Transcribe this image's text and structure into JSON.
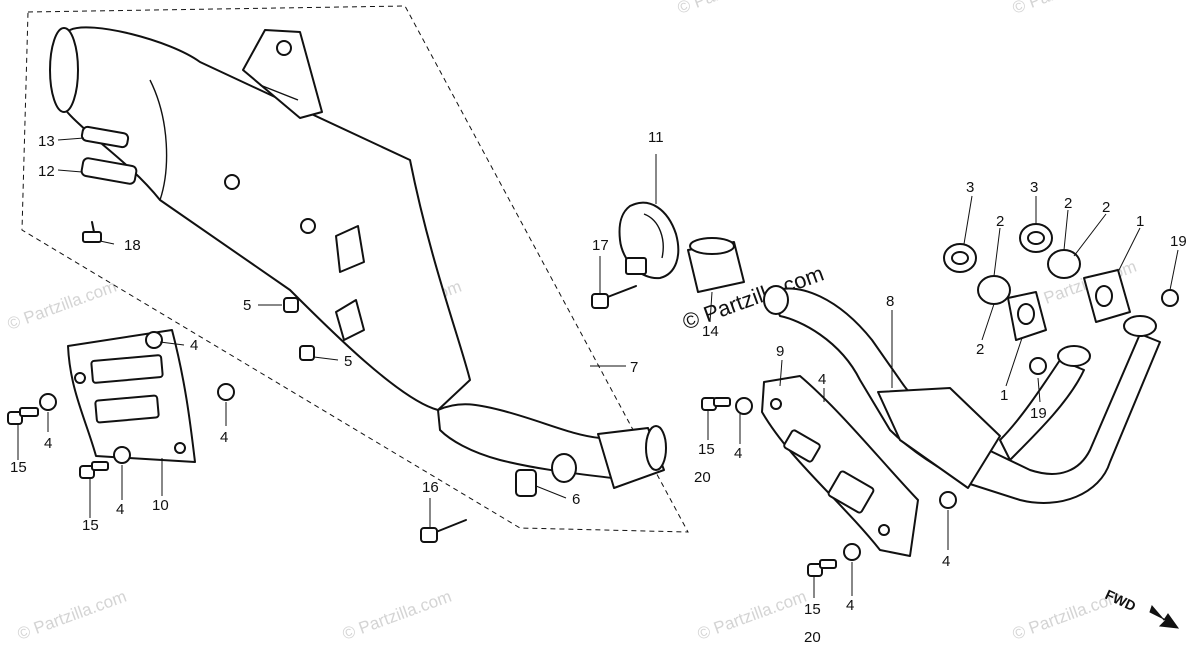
{
  "watermark": {
    "text": "© Partzilla.com"
  },
  "fwd_label": "FWD",
  "callouts": {
    "c1a": "1",
    "c1b": "1",
    "c2a": "2",
    "c2b": "2",
    "c2c": "2",
    "c2d": "2",
    "c3a": "3",
    "c3b": "3",
    "c4a": "4",
    "c4b": "4",
    "c4c": "4",
    "c4d": "4",
    "c4e": "4",
    "c4f": "4",
    "c4g": "4",
    "c4h": "4",
    "c5a": "5",
    "c5b": "5",
    "c6": "6",
    "c7": "7",
    "c8": "8",
    "c9": "9",
    "c10": "10",
    "c11": "11",
    "c12": "12",
    "c13": "13",
    "c14": "14",
    "c15a": "15",
    "c15b": "15",
    "c15c": "15",
    "c15d": "15",
    "c16": "16",
    "c17": "17",
    "c18": "18",
    "c19a": "19",
    "c19b": "19",
    "c20a": "20",
    "c20b": "20"
  }
}
